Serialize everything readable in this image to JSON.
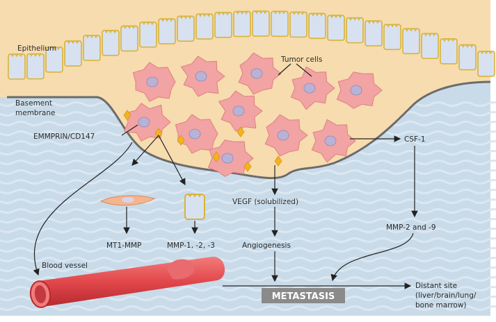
{
  "labels": {
    "epithelium": "Epithelium",
    "tumor_cells": "Tumor cells",
    "basement_1": "Basement",
    "basement_2": "membrane",
    "emmprin": "EMMPRIN/CD147",
    "csf1": "CSF-1",
    "vegf": "VEGF (solubilized)",
    "mmp29": "MMP-2 and -9",
    "angiogenesis": "Angiogenesis",
    "mt1mmp": "MT1-MMP",
    "mmp123": "MMP-1, -2, -3",
    "blood_vessel": "Blood vessel",
    "metastasis": "METASTASIS",
    "distant_1": "Distant site",
    "distant_2": "(liver/brain/lung/",
    "distant_3": "bone marrow)"
  },
  "colors": {
    "stroma": "#f6dcae",
    "tissue": "#c9dbe9",
    "membrane": "#6b6b6b",
    "tumor": "#f2a3a3",
    "nucleus": "#b8b3d6",
    "emmprin": "#f2b41c",
    "vessel": "#e2474b",
    "metastasis_box": "#8a8a8a"
  }
}
